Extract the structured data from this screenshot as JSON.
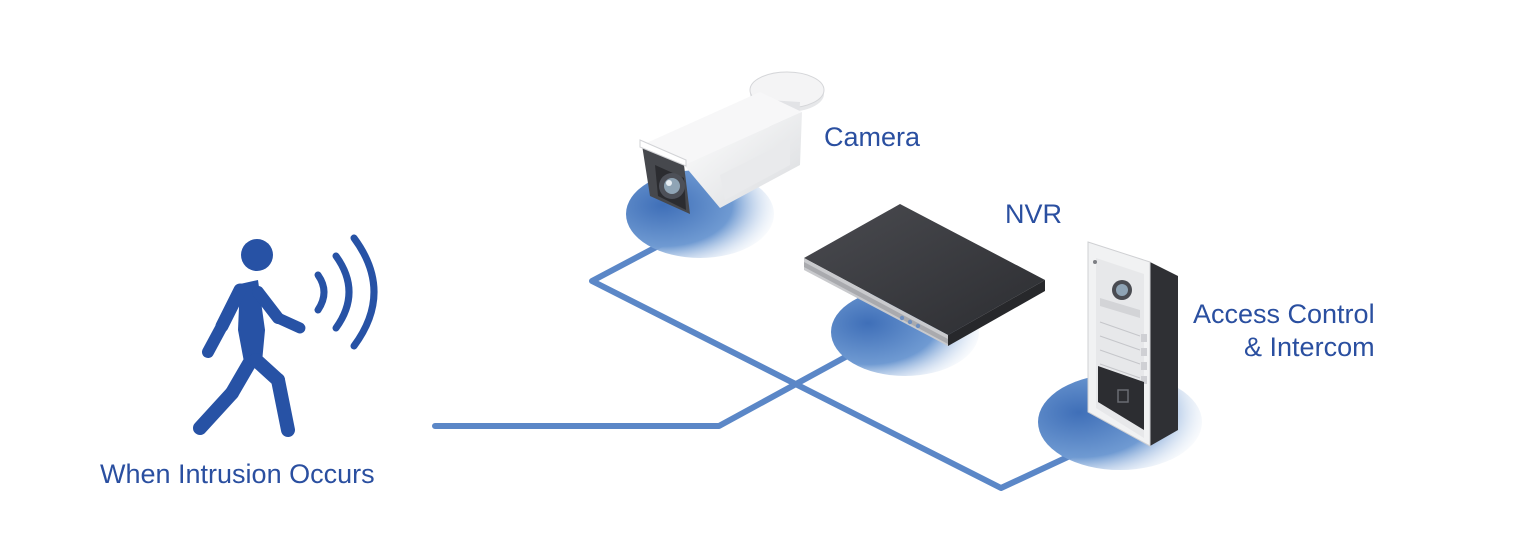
{
  "diagram": {
    "labels": {
      "intrusion": "When Intrusion Occurs",
      "camera": "Camera",
      "nvr": "NVR",
      "access_line1": "Access Control",
      "access_line2": "& Intercom"
    },
    "nodes": [
      {
        "id": "person",
        "icon": "walking-person-icon"
      },
      {
        "id": "camera",
        "icon": "bullet-camera-icon"
      },
      {
        "id": "nvr",
        "icon": "nvr-recorder-icon"
      },
      {
        "id": "access",
        "icon": "door-intercom-icon"
      }
    ],
    "colors": {
      "text": "#2a4fa0",
      "person": "#2752a5",
      "connector": "#5b87c7",
      "platform": "#5a89c8",
      "nvr_body": "#3a3b40"
    }
  }
}
